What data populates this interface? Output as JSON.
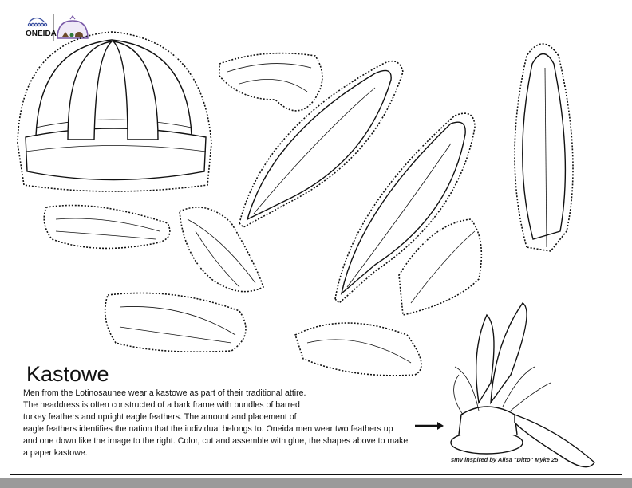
{
  "logo": {
    "name": "ONEIDA",
    "icon": "oneida-seal-logo"
  },
  "heading": "Kastowe",
  "paragraph_lines": [
    "Men from the Lotinosaunee wear a kastowe as part of their traditional attire.",
    "The headdress is often constructed of a bark frame with bundles of barred",
    "turkey feathers and upright eagle feathers.  The amount and placement of",
    "eagle feathers identifies the nation that the individual belongs to. Oneida men wear two feathers up",
    "and one down like the image to the right. Color, cut and assemble with glue, the shapes above to make",
    "a paper kastowe."
  ],
  "credit": "smv inspired by Alisa \"Ditto\" Myke 25",
  "colors": {
    "logo_blue": "#3a4fa0",
    "seal_purple": "#7a5aa8",
    "bar": "#9a9a9a"
  }
}
